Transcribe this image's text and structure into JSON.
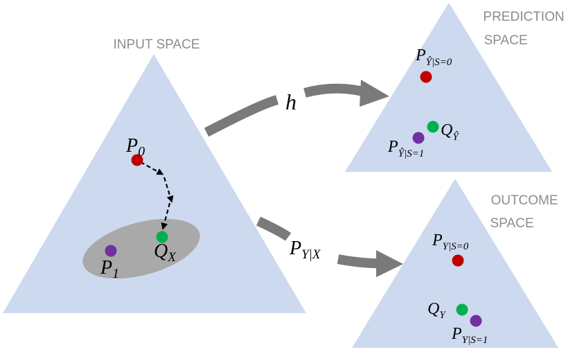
{
  "colors": {
    "triangle": "#cdd9ee",
    "ellipse": "#a9a9a9",
    "arrow": "#7a7a7a",
    "red": "#c00000",
    "green": "#00b050",
    "purple": "#7030a0"
  },
  "input_space": {
    "title": "INPUT SPACE",
    "p0_main": "P",
    "p0_sub": "0",
    "p1_main": "P",
    "p1_sub": "1",
    "qx_main": "Q",
    "qx_sub": "X"
  },
  "arrows": {
    "h_label": "h",
    "pyx_main": "P",
    "pyx_sub": "Y|X"
  },
  "prediction_space": {
    "title_line1": "PREDICTION",
    "title_line2": "SPACE",
    "p_s0_main": "P",
    "p_s0_sub": "Ŷ|S=0",
    "q_main": "Q",
    "q_sub": "Ŷ",
    "p_s1_main": "P",
    "p_s1_sub": "Ŷ|S=1"
  },
  "outcome_space": {
    "title_line1": "OUTCOME",
    "title_line2": "SPACE",
    "p_s0_main": "P",
    "p_s0_sub": "Y|S=0",
    "q_main": "Q",
    "q_sub": "Y",
    "p_s1_main": "P",
    "p_s1_sub": "Y|S=1"
  }
}
